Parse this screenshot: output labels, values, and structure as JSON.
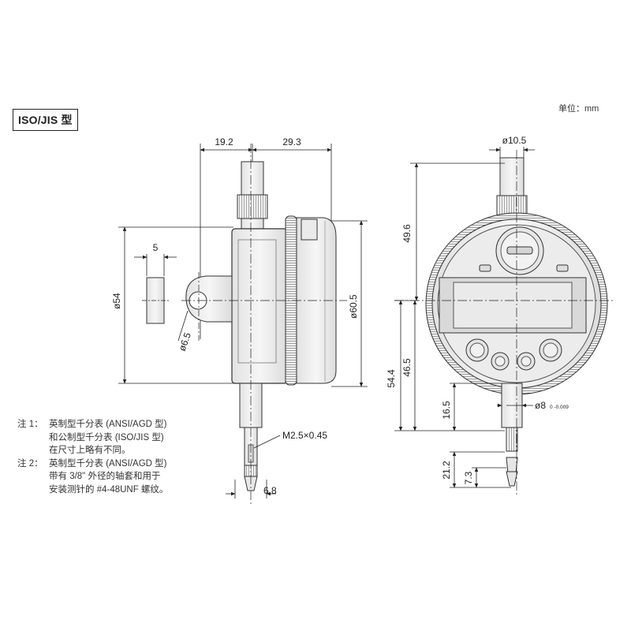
{
  "header": {
    "type_label": "ISO/JIS 型",
    "unit_label": "单位：mm"
  },
  "side_view": {
    "dim_top_left": "19.2",
    "dim_top_right": "29.3",
    "dim_lug_width": "5",
    "dim_height": "ø54",
    "dim_hole": "ø6.5",
    "dim_dial": "ø60.5",
    "dim_thread": "M2.5×0.45",
    "dim_tip": "6.8"
  },
  "front_view": {
    "dim_stem_dia": "ø10.5",
    "dim_top_height": "49.6",
    "dim_total": "54.4",
    "dim_mid": "46.5",
    "dim_spindle": "16.5",
    "dim_stem8": "ø8",
    "dim_stem8_tol": "0 -0.009",
    "dim_contact": "21.2",
    "dim_contact_small": "7.3"
  },
  "notes": [
    {
      "key": "注 1：",
      "lines": [
        "英制型千分表 (ANSI/AGD 型)",
        "和公制型千分表 (ISO/JIS 型)",
        "在尺寸上略有不同。"
      ]
    },
    {
      "key": "注 2：",
      "lines": [
        "英制型千分表 (ANSI/AGD 型)",
        "带有 3/8\" 外径的轴套和用于",
        "安装测针的 #4-48UNF 螺纹。"
      ]
    }
  ]
}
